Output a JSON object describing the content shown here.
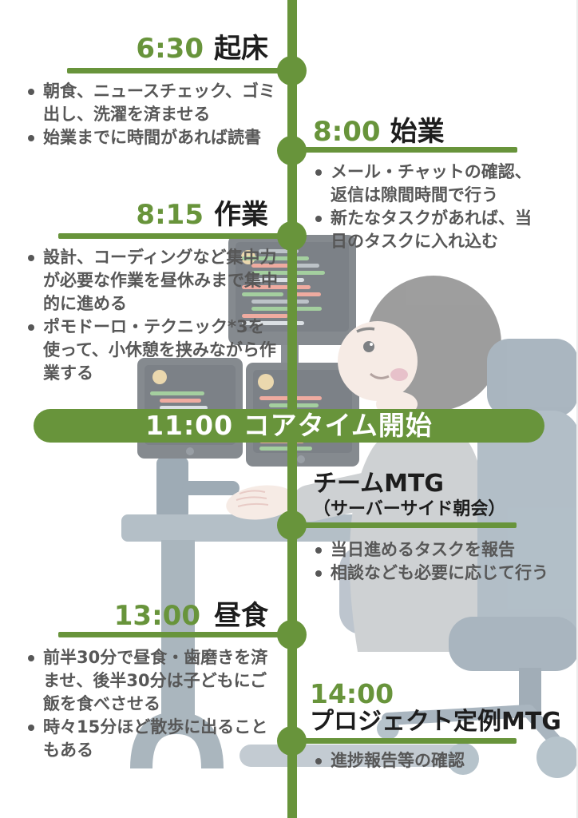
{
  "colors": {
    "accent_green": "#68943B",
    "title_text": "#1D1D1D",
    "body_text": "#575757",
    "band_text": "#FFFFFF"
  },
  "timeline": {
    "band": {
      "label": "11:00 コアタイム開始"
    },
    "sections": [
      {
        "time": "6:30",
        "title": "起床",
        "bullets": [
          "朝食、ニュースチェック、ゴミ出し、洗濯を済ませる",
          "始業までに時間があれば読書"
        ]
      },
      {
        "time": "8:00",
        "title": "始業",
        "bullets": [
          "メール・チャットの確認、返信は隙間時間で行う",
          "新たなタスクがあれば、当日のタスクに入れ込む"
        ]
      },
      {
        "time": "8:15",
        "title": "作業",
        "bullets": [
          "設計、コーディングなど集中力が必要な作業を昼休みまで集中的に進める",
          "ポモドーロ・テクニック*3を使って、小休憩を挟みながら作業する"
        ]
      },
      {
        "time": "",
        "title": "チームMTG",
        "subtitle": "（サーバーサイド朝会）",
        "bullets": [
          "当日進めるタスクを報告",
          "相談なども必要に応じて行う"
        ]
      },
      {
        "time": "13:00",
        "title": "昼食",
        "bullets": [
          "前半30分で昼食・歯磨きを済ませ、後半30分は子どもにご飯を食べさせる",
          "時々15分ほど散歩に出ることもある"
        ]
      },
      {
        "time": "14:00",
        "title": "プロジェクト定例MTG",
        "bullets": [
          "進捗報告等の確認"
        ]
      }
    ]
  }
}
